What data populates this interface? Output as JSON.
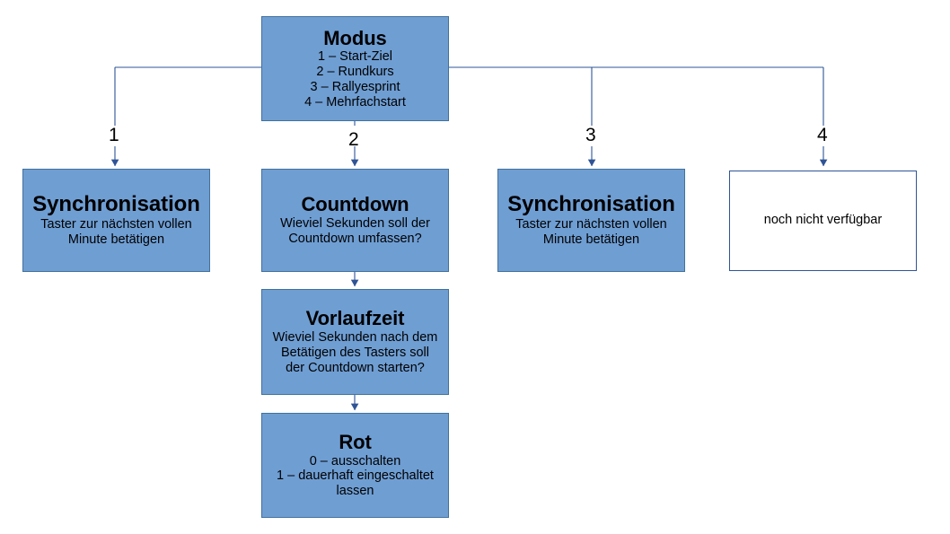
{
  "diagram": {
    "type": "flowchart",
    "title_node": "Modus",
    "style": {
      "node_fill": "#6F9ED3",
      "node_border": "#41719C",
      "hollow_fill": "#FFFFFF",
      "hollow_border": "#2F5496",
      "connector_color": "#2F5496",
      "arrow_color": "#2F5496",
      "text_color": "#000000",
      "background": "#FFFFFF"
    },
    "nodes": {
      "modus": {
        "title": "Modus",
        "lines": [
          "1 – Start-Ziel",
          "2 – Rundkurs",
          "3 – Rallyesprint",
          "4 – Mehrfachstart"
        ]
      },
      "sync_left": {
        "title": "Synchronisation",
        "lines": [
          "Taster zur nächsten vollen",
          "Minute betätigen"
        ]
      },
      "countdown": {
        "title": "Countdown",
        "lines": [
          "Wieviel Sekunden soll der",
          "Countdown umfassen?"
        ]
      },
      "vorlaufzeit": {
        "title": "Vorlaufzeit",
        "lines": [
          "Wieviel Sekunden nach dem",
          "Betätigen des Tasters soll",
          "der Countdown starten?"
        ]
      },
      "rot": {
        "title": "Rot",
        "lines": [
          "0 – ausschalten",
          "1 – dauerhaft eingeschaltet",
          "lassen"
        ]
      },
      "sync_right": {
        "title": "Synchronisation",
        "lines": [
          "Taster zur nächsten vollen",
          "Minute betätigen"
        ]
      },
      "not_available": {
        "text": "noch nicht verfügbar"
      }
    },
    "branch_labels": {
      "b1": "1",
      "b2": "2",
      "b3": "3",
      "b4": "4"
    }
  }
}
